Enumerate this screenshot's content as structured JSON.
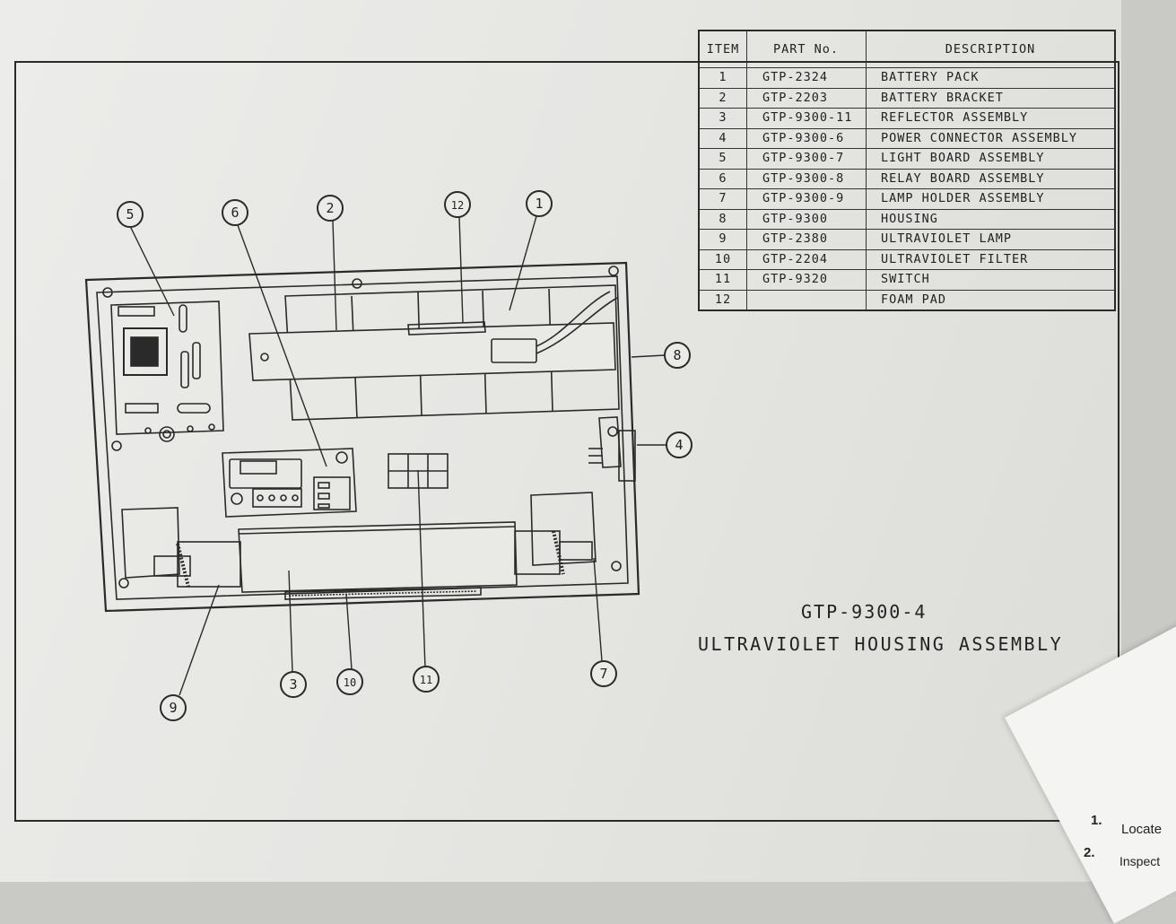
{
  "parts_table": {
    "headers": {
      "item": "ITEM",
      "part_no": "PART No.",
      "description": "DESCRIPTION"
    },
    "rows": [
      {
        "item": "1",
        "part_no": "GTP-2324",
        "description": "BATTERY PACK"
      },
      {
        "item": "2",
        "part_no": "GTP-2203",
        "description": "BATTERY BRACKET"
      },
      {
        "item": "3",
        "part_no": "GTP-9300-11",
        "description": "REFLECTOR ASSEMBLY"
      },
      {
        "item": "4",
        "part_no": "GTP-9300-6",
        "description": "POWER CONNECTOR ASSEMBLY"
      },
      {
        "item": "5",
        "part_no": "GTP-9300-7",
        "description": "LIGHT BOARD ASSEMBLY"
      },
      {
        "item": "6",
        "part_no": "GTP-9300-8",
        "description": "RELAY BOARD ASSEMBLY"
      },
      {
        "item": "7",
        "part_no": "GTP-9300-9",
        "description": "LAMP HOLDER ASSEMBLY"
      },
      {
        "item": "8",
        "part_no": "GTP-9300",
        "description": "HOUSING"
      },
      {
        "item": "9",
        "part_no": "GTP-2380",
        "description": "ULTRAVIOLET LAMP"
      },
      {
        "item": "10",
        "part_no": "GTP-2204",
        "description": "ULTRAVIOLET FILTER"
      },
      {
        "item": "11",
        "part_no": "GTP-9320",
        "description": "SWITCH"
      },
      {
        "item": "12",
        "part_no": "",
        "description": "FOAM PAD"
      }
    ]
  },
  "callouts": [
    "1",
    "2",
    "3",
    "4",
    "5",
    "6",
    "7",
    "8",
    "9",
    "10",
    "11",
    "12"
  ],
  "title_block": {
    "drawing_no": "GTP-9300-4",
    "drawing_name": "ULTRAVIOLET HOUSING ASSEMBLY"
  },
  "overlay_sheet": {
    "step1_num": "1.",
    "step1_text": "Locate",
    "step2_num": "2.",
    "step2_text": "Inspect"
  }
}
